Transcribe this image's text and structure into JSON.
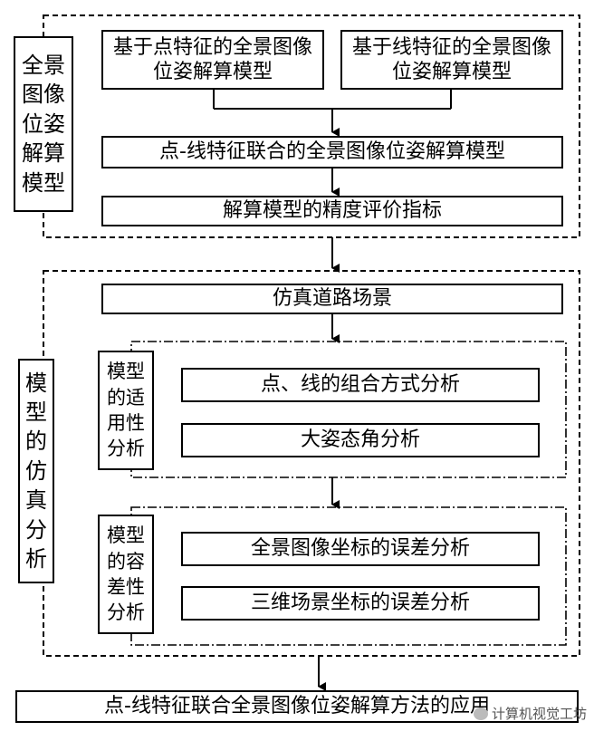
{
  "section1": {
    "label": "全景图像位姿解算模型",
    "point_model": "基于点特征的全景图像位姿解算模型",
    "line_model": "基于线特征的全景图像位姿解算模型",
    "combined_model": "点-线特征联合的全景图像位姿解算模型",
    "accuracy_index": "解算模型的精度评价指标"
  },
  "section2": {
    "label": "模型的仿真分析",
    "scene": "仿真道路场景",
    "applicability": {
      "label": "模型的适用性分析",
      "item1": "点、线的组合方式分析",
      "item2": "大姿态角分析"
    },
    "tolerance": {
      "label": "模型的容差性分析",
      "item1": "全景图像坐标的误差分析",
      "item2": "三维场景坐标的误差分析"
    }
  },
  "application": "点-线特征联合全景图像位姿解算方法的应用",
  "watermark": "计算机视觉工坊"
}
